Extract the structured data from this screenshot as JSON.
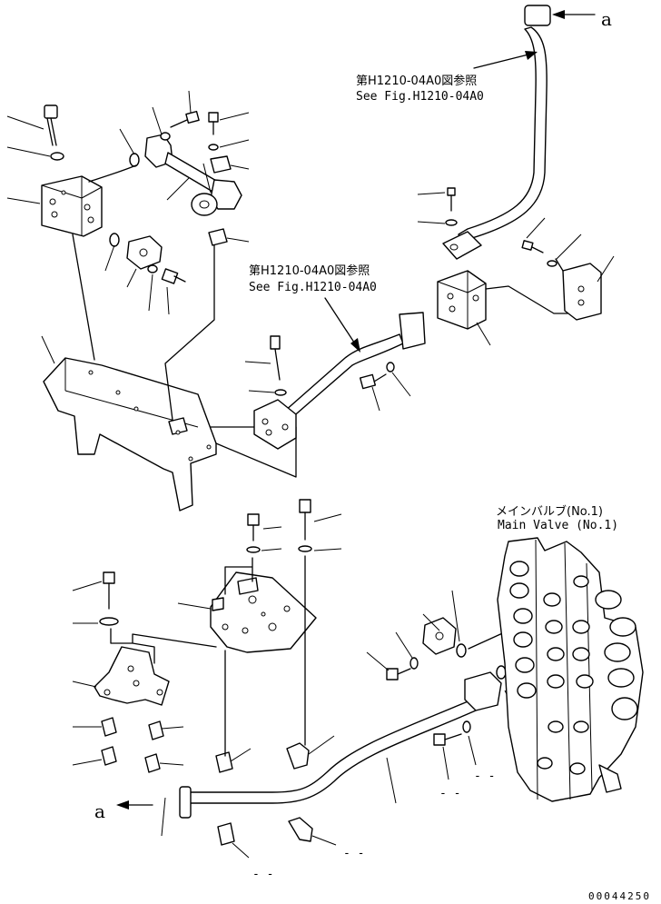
{
  "references": {
    "top_right_jp": "第H1210-04A0図参照",
    "top_right_en": "See Fig.H1210-04A0",
    "middle_jp": "第H1210-04A0図参照",
    "middle_en": "See Fig.H1210-04A0"
  },
  "main_valve": {
    "jp": "メインバルブ(No.1)",
    "en": "Main Valve (No.1)"
  },
  "connection_marker": {
    "top": "a",
    "bottom": "a"
  },
  "placeholders": {
    "p1": "- -",
    "p2": "- -",
    "p3": "- -",
    "p4": "- -"
  },
  "drawing_code": "00044250"
}
